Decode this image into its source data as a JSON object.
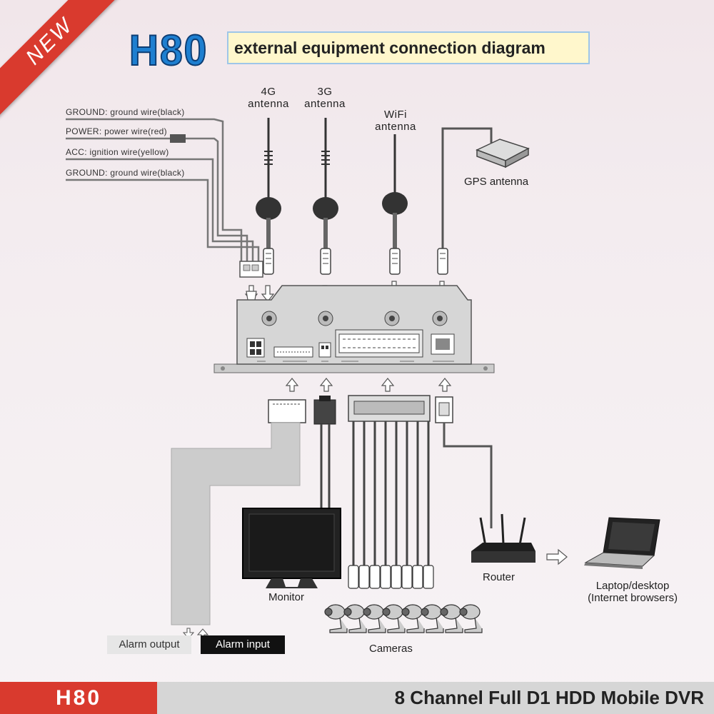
{
  "badge": "NEW",
  "header": {
    "logo": "H80",
    "title": "external equipment connection diagram"
  },
  "wires": [
    "GROUND: ground wire(black)",
    "POWER: power wire(red)",
    "ACC: ignition wire(yellow)",
    "GROUND: ground wire(black)"
  ],
  "antennas": {
    "ant_4g_line1": "4G",
    "ant_4g_line2": "antenna",
    "ant_3g_line1": "3G",
    "ant_3g_line2": "antenna",
    "wifi_line1": "WiFi",
    "wifi_line2": "antenna",
    "gps": "GPS antenna"
  },
  "devices": {
    "monitor": "Monitor",
    "router": "Router",
    "laptop_line1": "Laptop/desktop",
    "laptop_line2": "(Internet browsers)",
    "cameras": "Cameras",
    "alarm_output": "Alarm output",
    "alarm_input": "Alarm input"
  },
  "footer": {
    "model": "H80",
    "description": "8 Channel Full D1 HDD Mobile DVR"
  },
  "colors": {
    "accent_red": "#d93a2e",
    "logo_blue": "#1e7fd0",
    "title_bg": "#fff7cc",
    "device_gray": "#d9d9d9"
  }
}
